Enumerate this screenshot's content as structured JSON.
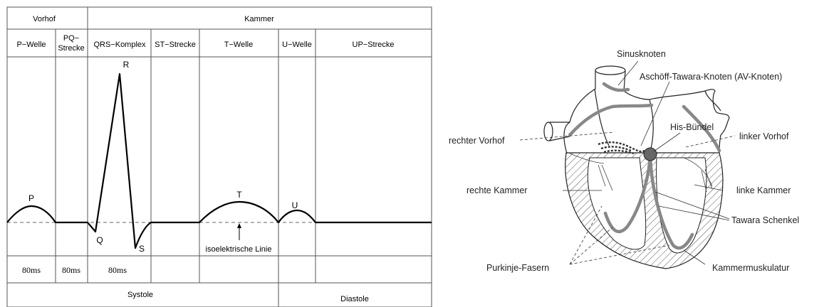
{
  "ecg": {
    "phase_top": {
      "vorhof": "Vorhof",
      "kammer": "Kammer"
    },
    "segments": {
      "p_welle": "P−Welle",
      "pq_line1": "PQ−",
      "pq_line2": "Strecke",
      "qrs": "QRS−Komplex",
      "st": "ST−Strecke",
      "t_welle": "T−Welle",
      "u_welle": "U−Welle",
      "up": "UP−Strecke"
    },
    "wave_points": {
      "p": "P",
      "q": "Q",
      "r": "R",
      "s": "S",
      "t": "T",
      "u": "U"
    },
    "baseline_label": "isoelektrische Linie",
    "durations": {
      "p": "80ms",
      "pq": "80ms",
      "qrs": "80ms"
    },
    "phases_bottom": {
      "systole": "Systole",
      "diastole": "Diastole"
    }
  },
  "heart": {
    "labels": {
      "sinusknoten": "Sinusknoten",
      "av_knoten": "Aschöff-Tawara-Knoten (AV-Knoten)",
      "his_buendel": "His-Bündel",
      "rechter_vorhof": "rechter Vorhof",
      "linker_vorhof": "linker Vorhof",
      "rechte_kammer": "rechte Kammer",
      "linke_kammer": "linke Kammer",
      "tawara_schenkel": "Tawara Schenkel",
      "purkinje_fasern": "Purkinje-Fasern",
      "kammermuskulatur": "Kammermuskulatur"
    }
  }
}
